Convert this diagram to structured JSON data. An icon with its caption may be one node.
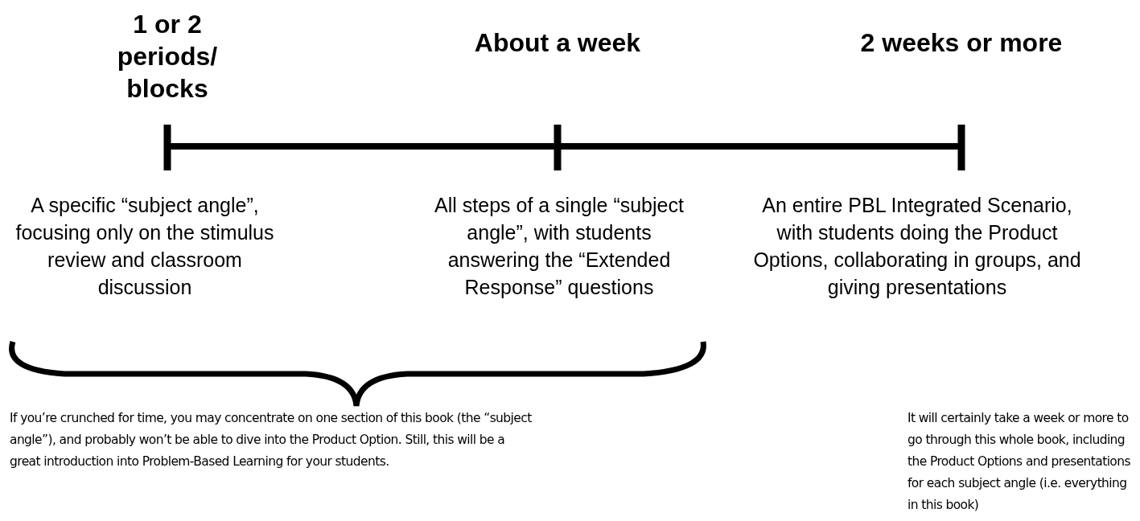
{
  "diagram": {
    "labels": [
      "1 or 2 periods/ blocks",
      "About a week",
      "2 weeks or more",
      "A specific “subject angle”, focusing only on the stimulus review and classroom discussion",
      "All steps of a single “subject angle”, with students answering the “Extended Response” questions",
      "An entire PBL Integrated Scenario, with students doing the Product Options, collaborating in groups, and giving presentations",
      "If you’re crunched for time, you may concentrate on one section of this book (the “subject angle”), and probably won’t be able to dive into the Product Option.  Still, this will be a great introduction into Problem-Based Learning for your students.",
      "It will certainly take a week or more to go through this whole book, including the Product Options and presentations for each subject angle (i.e. everything in this book)"
    ]
  }
}
